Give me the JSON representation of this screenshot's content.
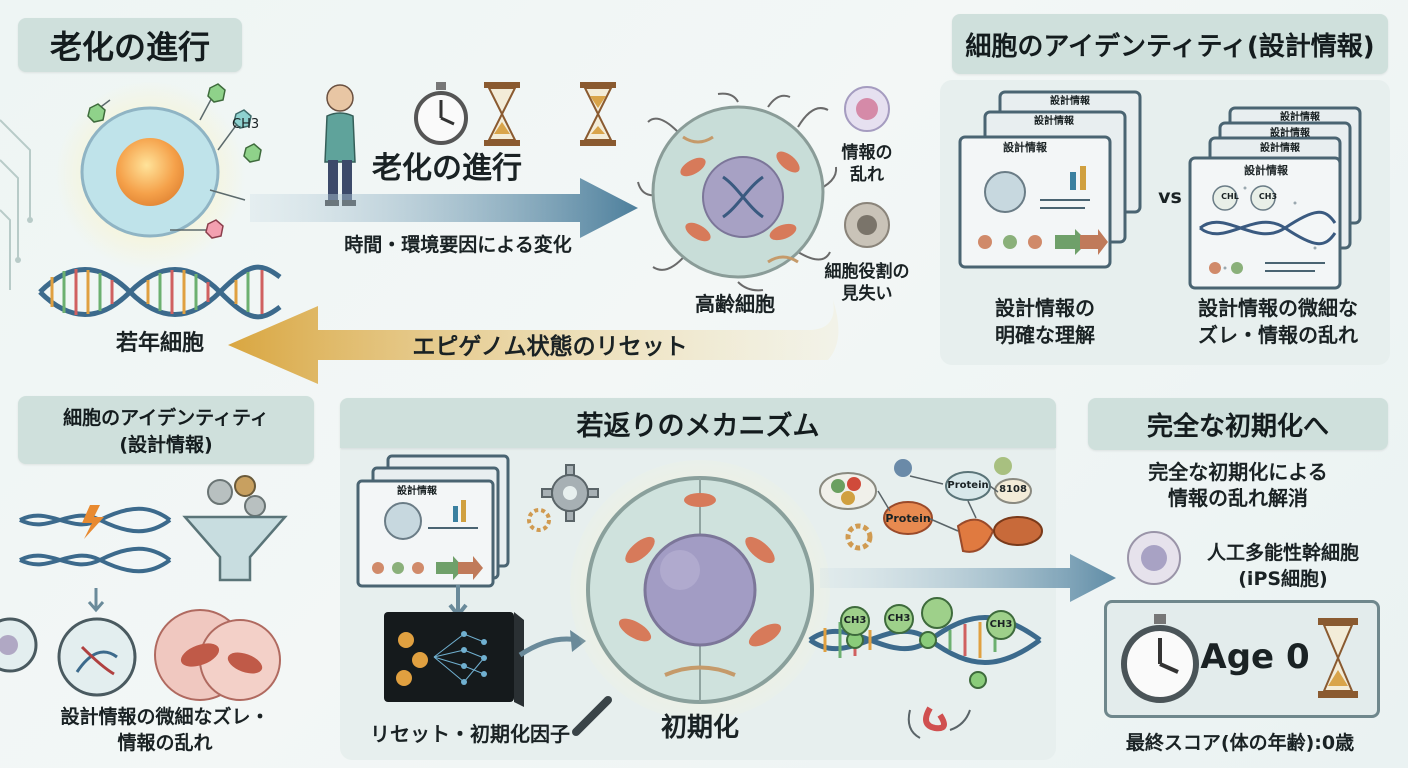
{
  "titles": {
    "aging": "老化の進行",
    "identity_top": "細胞のアイデンティティ(設計情報)",
    "identity_left_1": "細胞のアイデンティティ",
    "identity_left_2": "(設計情報)",
    "rejuvenation": "若返りのメカニズム",
    "full_reset": "完全な初期化へ"
  },
  "aging_flow": {
    "arrow_label": "老化の進行",
    "caption": "時間・環境要因による変化",
    "ch3": "CH3",
    "young_cell": "若年細胞",
    "old_cell": "高齢細胞",
    "info_disorder_1": "情報の",
    "info_disorder_2": "乱れ",
    "role_loss_1": "細胞役割の",
    "role_loss_2": "見失い",
    "reset_arrow": "エピゲノム状態のリセット"
  },
  "identity_compare": {
    "doc_title": "設計情報",
    "vs": "vs",
    "clear_1": "設計情報の",
    "clear_2": "明確な理解",
    "drift_1": "設計情報の微細な",
    "drift_2": "ズレ・情報の乱れ",
    "chl": "CHL",
    "ch3": "CH3"
  },
  "left_bottom": {
    "caption_1": "設計情報の微細なズレ・",
    "caption_2": "情報の乱れ"
  },
  "mechanism": {
    "doc_title": "設計情報",
    "factors": "リセット・初期化因子",
    "init": "初期化",
    "protein_1": "Protein",
    "protein_2": "Protein",
    "code": "8108",
    "ch3_a": "CH3",
    "ch3_b": "CH3",
    "ch3_c": "CH3"
  },
  "full_reset": {
    "desc_1": "完全な初期化による",
    "desc_2": "情報の乱れ解消",
    "ips_1": "人工多能性幹細胞",
    "ips_2": "(iPS細胞)",
    "age": "Age 0",
    "final_score": "最終スコア(体の年齢):0歳"
  }
}
